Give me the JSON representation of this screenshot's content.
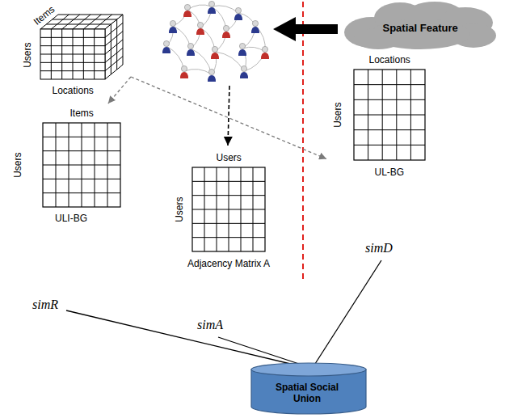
{
  "diagram": {
    "nodes": [
      {
        "text": [
          "Items",
          "Users",
          "Locations"
        ]
      },
      {
        "text": [
          "Spatial Feature"
        ]
      },
      {
        "text": [
          "Items",
          "Users",
          "ULI-BG"
        ]
      },
      {
        "text": [
          "Users",
          "Users",
          "Adjacency Matrix A"
        ]
      },
      {
        "text": [
          "Locations",
          "Users",
          "UL-BG"
        ]
      },
      {
        "text": [
          "Spatial Social Union"
        ]
      }
    ],
    "edges": [
      {
        "from": 0,
        "to": 2,
        "arrow": "to"
      },
      {
        "from": 0,
        "to": 4,
        "arrow": "to"
      }
    ],
    "labels": [
      "simR",
      "simA",
      "simD"
    ]
  }
}
